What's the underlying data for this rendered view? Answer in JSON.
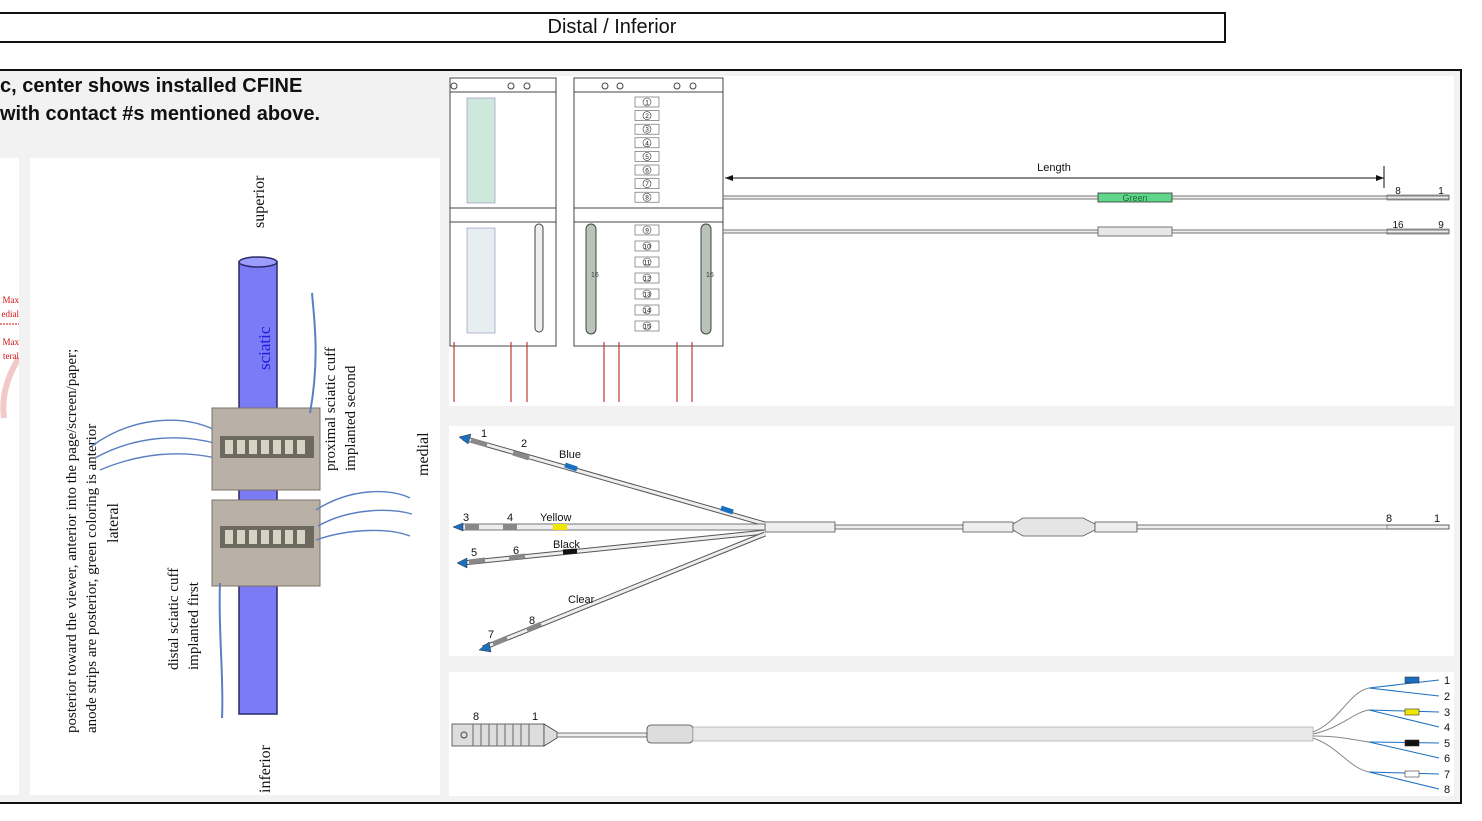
{
  "header": {
    "title": "Distal / Inferior"
  },
  "caption": {
    "line1": "c, center shows installed CFINE",
    "line2": " with contact #s mentioned above."
  },
  "left_sliver": {
    "labels": [
      "Max",
      "edial",
      "Max",
      "teral"
    ]
  },
  "photo_panel": {
    "rotated_caption_line1": "posterior toward the viewer, anterior into the page/screen/paper;",
    "rotated_caption_line2": "anode strips are posterior, green coloring is anterior",
    "superior": "superior",
    "inferior": "inferior",
    "lateral": "lateral",
    "medial": "medial",
    "nerve": "sciatic",
    "proximal_line1": "proximal sciatic cuff",
    "proximal_line2": "implanted second",
    "distal_line1": "distal sciatic cuff",
    "distal_line2": "implanted first"
  },
  "cuff_diagram": {
    "length_label": "Length",
    "green_label": "Green",
    "lead1_end_labels": [
      "8",
      "1"
    ],
    "lead2_end_labels": [
      "16",
      "9"
    ],
    "contacts_top": [
      "1",
      "2",
      "3",
      "4",
      "5",
      "6",
      "7",
      "8"
    ],
    "contacts_bottom": [
      "9",
      "10",
      "11",
      "12",
      "13",
      "14",
      "15"
    ],
    "strip_label": "16"
  },
  "splitter_diagram": {
    "branches": [
      {
        "color_name": "Blue",
        "contacts": [
          "1",
          "2"
        ],
        "band_color": "#1a6fc0"
      },
      {
        "color_name": "Yellow",
        "contacts": [
          "3",
          "4"
        ],
        "band_color": "#f2e600"
      },
      {
        "color_name": "Black",
        "contacts": [
          "5",
          "6"
        ],
        "band_color": "#111111"
      },
      {
        "color_name": "Clear",
        "contacts": [
          "7",
          "8"
        ],
        "band_color": "#ffffff"
      }
    ],
    "end_labels": [
      "8",
      "1"
    ]
  },
  "connector_diagram": {
    "plug_labels": [
      "8",
      "1"
    ],
    "pin_labels": [
      "1",
      "2",
      "3",
      "4",
      "5",
      "6",
      "7",
      "8"
    ],
    "pin_colors": [
      "#1a6fc0",
      "#f2e600",
      "#111111",
      "#ffffff"
    ]
  },
  "colors": {
    "frame": "#111111",
    "background": "#f2f2f2",
    "nerve": "#7b7bf5",
    "red_wire": "#c0392b",
    "green_band": "#5fd68a"
  }
}
